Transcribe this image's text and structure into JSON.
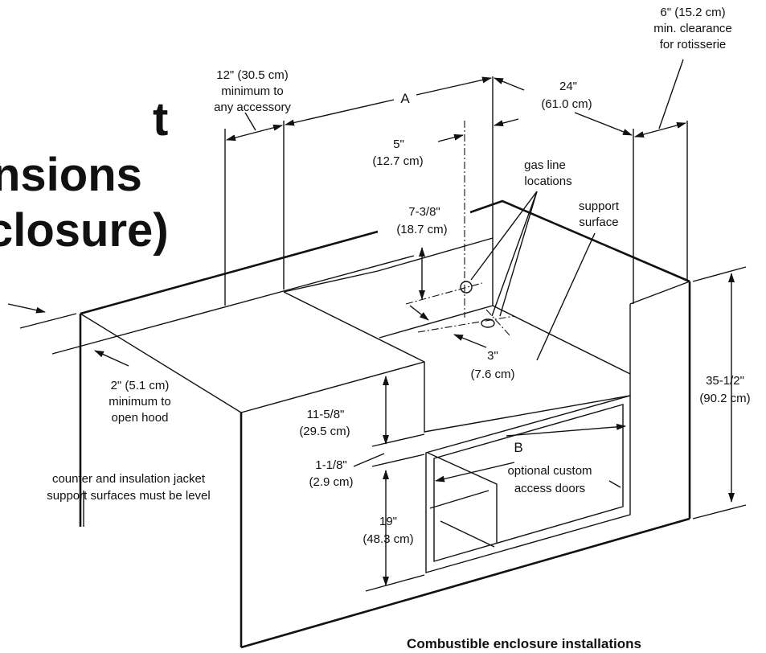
{
  "title": {
    "line1": "t",
    "line2": "nsions",
    "line3": "closure)"
  },
  "labels": {
    "rotisserie_clearance": [
      "6\" (15.2 cm)",
      "min. clearance",
      "for rotisserie"
    ],
    "accessory_min": [
      "12\" (30.5 cm)",
      "minimum to",
      "any accessory"
    ],
    "dim_a": "A",
    "dim_24": [
      "24\"",
      "(61.0 cm)"
    ],
    "dim_5": [
      "5\"",
      "(12.7 cm)"
    ],
    "gas_line": [
      "gas line",
      "locations"
    ],
    "support_surface": [
      "support",
      "surface"
    ],
    "dim_7_3_8": [
      "7-3/8\"",
      "(18.7 cm)"
    ],
    "dim_3": [
      "3\"",
      "(7.6 cm)"
    ],
    "hood_min": [
      "2\" (5.1 cm)",
      "minimum to",
      "open hood"
    ],
    "dim_35_1_2": [
      "35-1/2\"",
      "(90.2 cm)"
    ],
    "dim_11_5_8": [
      "11-5/8\"",
      "(29.5 cm)"
    ],
    "dim_b": "B",
    "dim_1_1_8": [
      "1-1/8\"",
      "(2.9 cm)"
    ],
    "access_doors": [
      "optional custom",
      "access doors"
    ],
    "level_note": [
      "counter and insulation jacket",
      "support surfaces must be level"
    ],
    "dim_19": [
      "19\"",
      "(48.3 cm)"
    ]
  },
  "caption": "Combustible enclosure installations"
}
